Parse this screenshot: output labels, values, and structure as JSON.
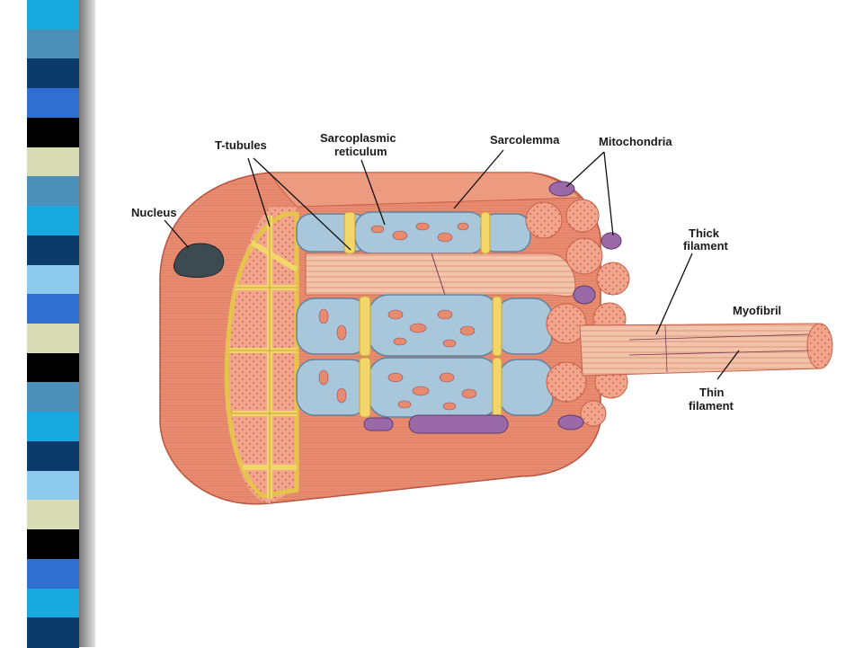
{
  "slide": {
    "stripe_colors": [
      "#17a9e0",
      "#4a90b8",
      "#0b3a6b",
      "#2f6fd1",
      "#000000",
      "#d9dcb4",
      "#4a90b8",
      "#17a9e0",
      "#0b3a6b",
      "#8ec9ee",
      "#2f6fd1",
      "#d9dcb4",
      "#000000",
      "#4a90b8",
      "#17a9e0",
      "#0b3a6b",
      "#8ec9ee",
      "#d9dcb4",
      "#000000",
      "#2f6fd1",
      "#17a9e0",
      "#0b3a6b"
    ]
  },
  "diagram": {
    "labels": {
      "t_tubules": "T-tubules",
      "sarcoplasmic_1": "Sarcoplasmic",
      "sarcoplasmic_2": "reticulum",
      "sarcolemma": "Sarcolemma",
      "mitochondria": "Mitochondria",
      "nucleus": "Nucleus",
      "thick_1": "Thick",
      "thick_2": "filament",
      "myofibril": "Myofibril",
      "thin_1": "Thin",
      "thin_2": "filament"
    },
    "colors": {
      "fiber": "#e88a6e",
      "fiber_dark": "#c9604a",
      "t_tubule": "#f3d66a",
      "sr": "#a9c7db",
      "mito": "#9a6aa8",
      "nucleus": "#3c4a52"
    }
  }
}
